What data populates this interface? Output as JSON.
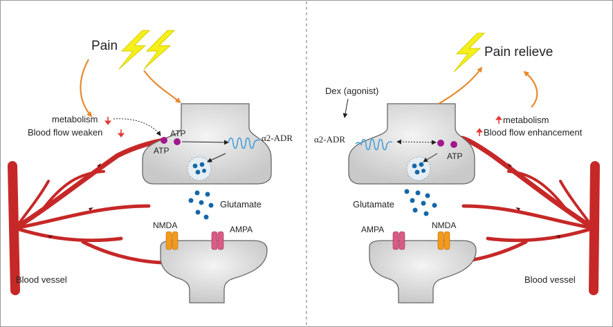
{
  "colors": {
    "vessel": "#c62828",
    "vessel_dark": "#8e1b1b",
    "orange_arrow": "#e8892c",
    "lightning": "#f5ef1a",
    "synapse": "#d5d5d5",
    "synapse_stroke": "#666666",
    "atp": "#a2188e",
    "glutamate": "#1667a8",
    "receptor_adr": "#4a9fd8",
    "nmda": "#f39a1c",
    "ampa": "#d95b86",
    "down_arrow": "#e53935"
  },
  "icons": [
    "lightning-bolt-icon",
    "receptor-coil-icon",
    "channel-receptor-icon"
  ],
  "left": {
    "pain": "Pain",
    "metabolism": "metabolism",
    "blood_flow": "Blood flow weaken",
    "atp_top": "ATP",
    "atp_bottom": "ATP",
    "adr": "α2-ADR",
    "glutamate": "Glutamate",
    "nmda": "NMDA",
    "ampa": "AMPA",
    "blood_vessel": "Blood vessel"
  },
  "right": {
    "pain": "Pain relieve",
    "dex": "Dex (agonist)",
    "adr": "α2-ADR",
    "metabolism": "metabolism",
    "blood_flow": "Blood flow enhancement",
    "atp": "ATP",
    "glutamate": "Glutamate",
    "ampa": "AMPA",
    "nmda": "NMDA",
    "blood_vessel": "Blood vessel"
  }
}
